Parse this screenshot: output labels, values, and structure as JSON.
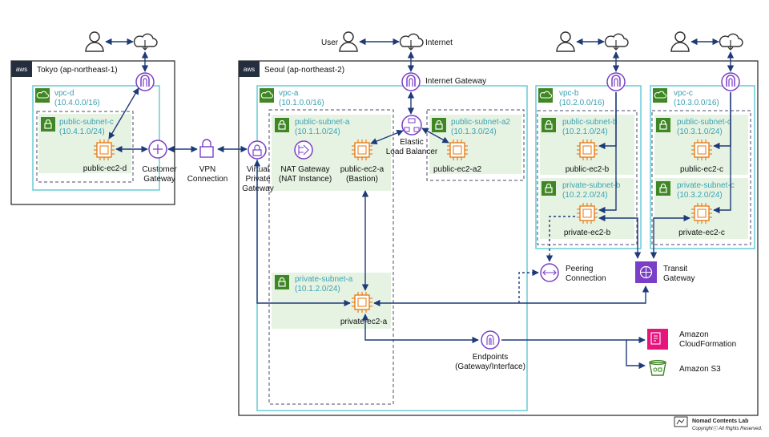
{
  "regions": {
    "tokyo": "Tokyo (ap-northeast-1)",
    "seoul": "Seoul (ap-northeast-2)",
    "aws_badge": "aws"
  },
  "vpcs": {
    "d": {
      "name": "vpc-d",
      "cidr": "(10.4.0.0/16)"
    },
    "a": {
      "name": "vpc-a",
      "cidr": "(10.1.0.0/16)"
    },
    "b": {
      "name": "vpc-b",
      "cidr": "(10.2.0.0/16)"
    },
    "c": {
      "name": "vpc-c",
      "cidr": "(10.3.0.0/16)"
    }
  },
  "subnets": {
    "pub_c_d": {
      "name": "public-subnet-c",
      "cidr": "(10.4.1.0/24)"
    },
    "pub_a": {
      "name": "public-subnet-a",
      "cidr": "(10.1.1.0/24)"
    },
    "pub_a2": {
      "name": "public-subnet-a2",
      "cidr": "(10.1.3.0/24)"
    },
    "priv_a": {
      "name": "private-subnet-a",
      "cidr": "(10.1.2.0/24)"
    },
    "pub_b": {
      "name": "public-subnet-b",
      "cidr": "(10.2.1.0/24)"
    },
    "priv_b": {
      "name": "private-subnet-b",
      "cidr": "(10.2.2.0/24)"
    },
    "pub_c": {
      "name": "public-subnet-c",
      "cidr": "(10.3.1.0/24)"
    },
    "priv_c": {
      "name": "private-subnet-c",
      "cidr": "(10.3.2.0/24)"
    }
  },
  "instances": {
    "ec2_d": "public-ec2-d",
    "nat_1": "NAT Gateway",
    "nat_2": "(NAT Instance)",
    "bastion_1": "public-ec2-a",
    "bastion_2": "(Bastion)",
    "ec2_a2": "public-ec2-a2",
    "priv_a": "private-ec2-a",
    "pub_b": "public-ec2-b",
    "priv_b": "private-ec2-b",
    "pub_c": "public-ec2-c",
    "priv_c": "private-ec2-c"
  },
  "services": {
    "customer_gw": [
      "Customer",
      "Gateway"
    ],
    "vpn": [
      "VPN",
      "Connection"
    ],
    "vpg": [
      "Virtual",
      "Private",
      "Gateway"
    ],
    "elb": [
      "Elastic",
      "Load Balancer"
    ],
    "igw": "Internet Gateway",
    "user": "User",
    "internet": "Internet",
    "peering": [
      "Peering",
      "Connection"
    ],
    "transit": [
      "Transit",
      "Gateway"
    ],
    "endpoints": [
      "Endpoints",
      "(Gateway/Interface)"
    ],
    "cfn": [
      "Amazon",
      "CloudFormation"
    ],
    "s3": "Amazon S3"
  },
  "footer": {
    "lab": "Nomad Contents Lab",
    "copyright": "Copyrightⓒ  All Rights Reserved."
  },
  "colors": {
    "ec2": "#e8750a",
    "subnet_fill": "#e6f3e3",
    "vpc_border": "#5ec7d4",
    "connector": "#1f3a78",
    "gateway_purple": "#7a3fc6",
    "cfn_pink": "#e7157b",
    "s3_green": "#3f8624"
  }
}
